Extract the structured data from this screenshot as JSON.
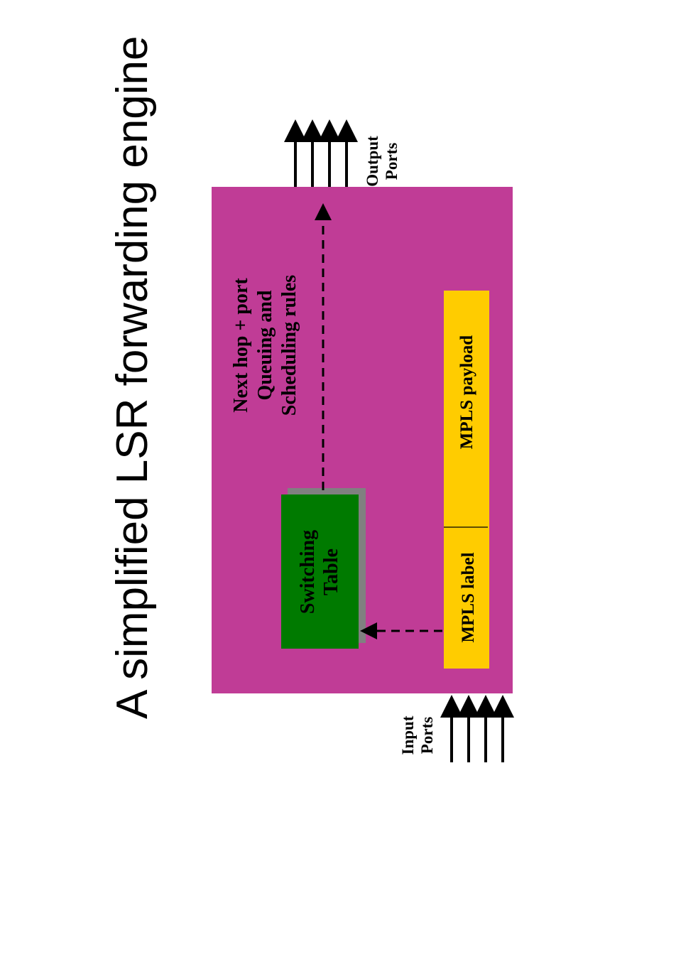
{
  "title": "A simplified LSR forwarding engine",
  "output_ports": {
    "line1": "Output",
    "line2": "Ports"
  },
  "input_ports": {
    "line1": "Input",
    "line2": "Ports"
  },
  "switching_table": {
    "line1": "Switching",
    "line2": "Table"
  },
  "next_hop": {
    "line1": "Next hop + port",
    "line2": "Queuing and",
    "line3": "Scheduling rules"
  },
  "mpls_label": "MPLS label",
  "mpls_payload": "MPLS payload",
  "colors": {
    "engine_box": "#C03C96",
    "switching_table": "#007A00",
    "switching_shadow": "#808080",
    "mpls_packet": "#FFCC00"
  }
}
